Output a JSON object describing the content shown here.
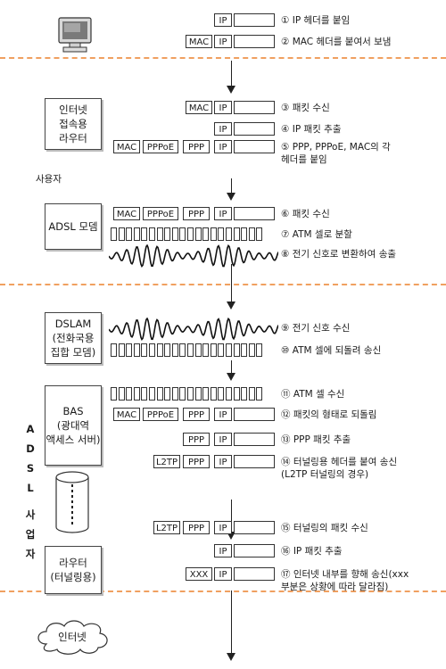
{
  "devices": {
    "router_access": "인터넷\n접속용\n라우터",
    "adsl_modem": "ADSL 모뎀",
    "dslam": "DSLAM\n(전화국용\n집합 모뎀)",
    "bas": "BAS\n(광대역\n액세스 서버)",
    "router_tunnel": "라우터\n(터널링용)",
    "internet": "인터넷"
  },
  "labels": {
    "user": "사용자",
    "isp_vertical": [
      "A",
      "D",
      "S",
      "L",
      "",
      "사",
      "업",
      "자"
    ]
  },
  "headers": {
    "ip": "IP",
    "mac": "MAC",
    "pppoe": "PPPoE",
    "ppp": "PPP",
    "l2tp": "L2TP",
    "xxx": "XXX"
  },
  "steps": [
    "① IP 헤더를 붙임",
    "② MAC 헤더를 붙여서 보냄",
    "③ 패킷 수신",
    "④ IP 패킷 추출",
    "⑤ PPP, PPPoE, MAC의 각\n헤더를 붙임",
    "⑥ 패킷 수신",
    "⑦ ATM 셀로 분할",
    "⑧ 전기 신호로 변환하여 송출",
    "⑨ 전기 신호 수신",
    "⑩ ATM 셀에 되돌려 송신",
    "⑪ ATM 셀 수신",
    "⑫ 패킷의 형태로 되돌림",
    "⑬ PPP 패킷 추출",
    "⑭ 터널링용 헤더를 붙여 송신\n(L2TP 터널링의 경우)",
    "⑮ 터널링의 패킷 수신",
    "⑯ IP 패킷 추출",
    "⑰ 인터넷 내부를 향해 송신(xxx\n부분은 상황에 따라 달라짐)"
  ]
}
